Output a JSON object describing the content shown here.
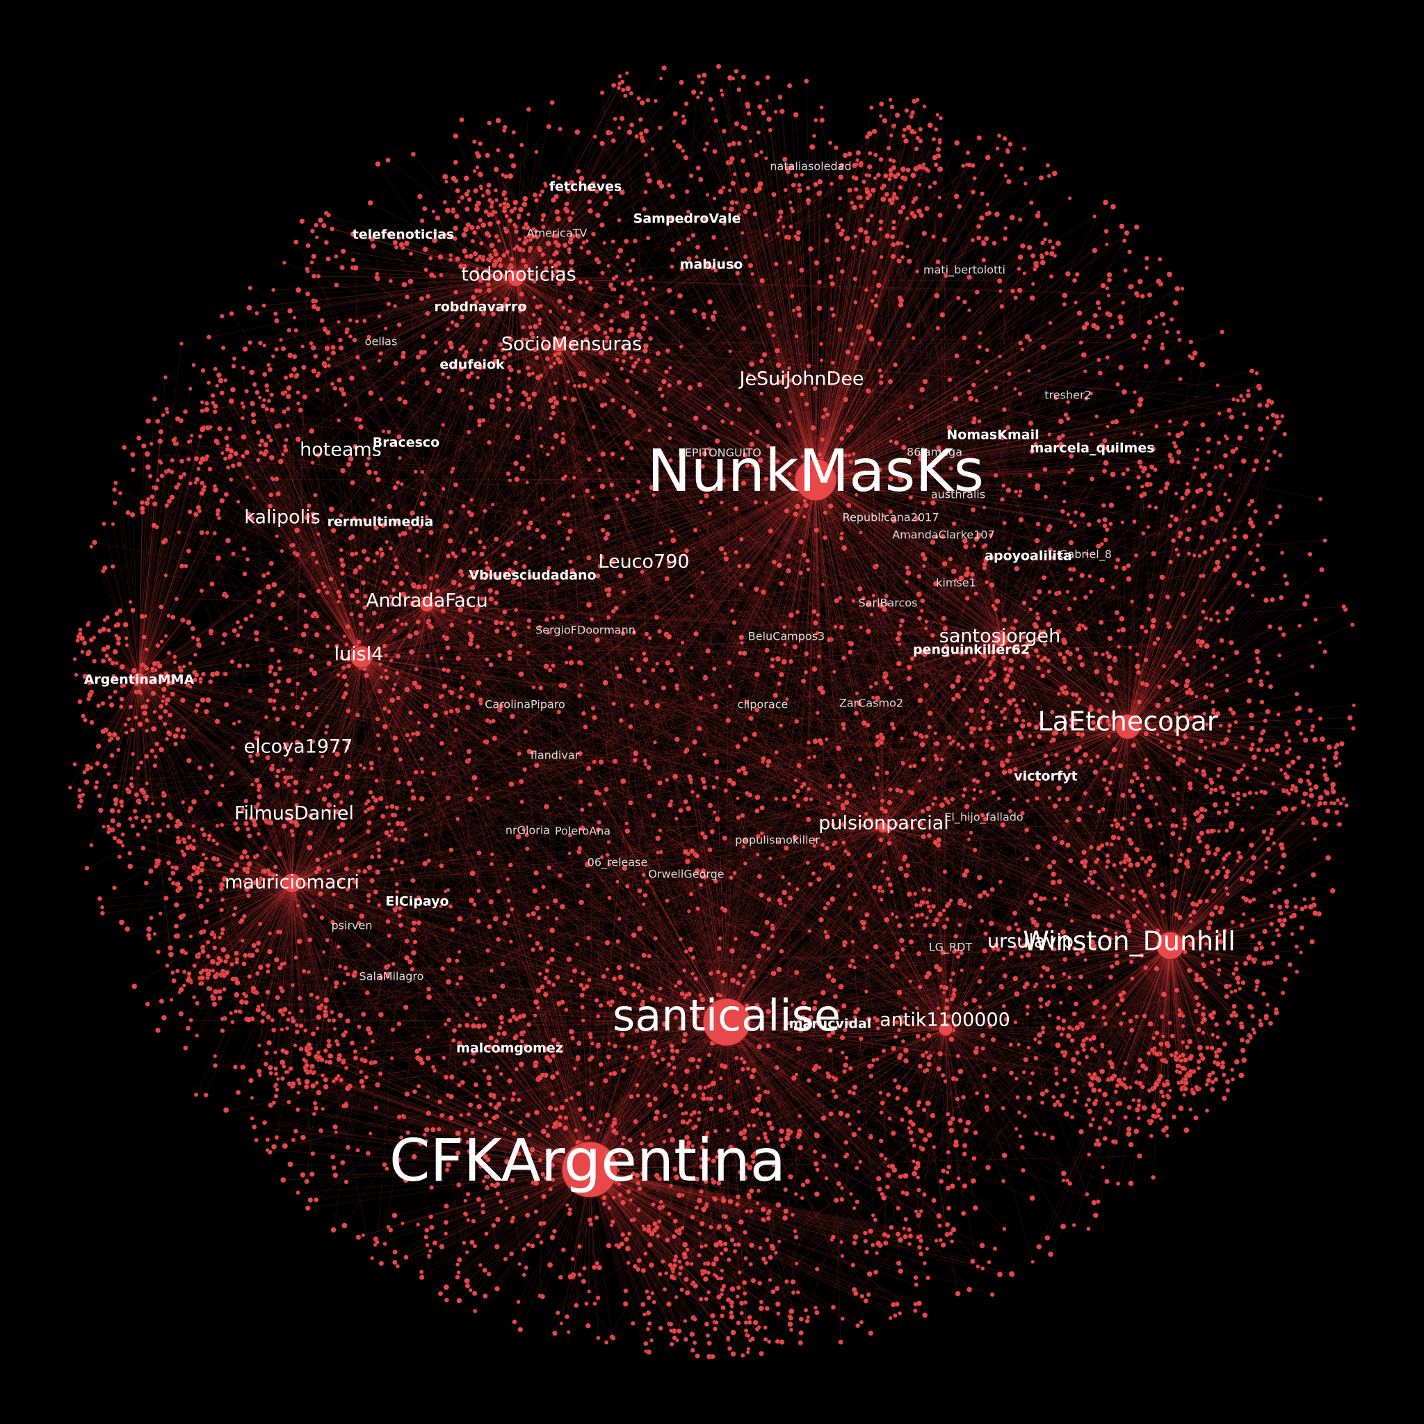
{
  "graph": {
    "background_color": "#000000",
    "node_color": "#e8484a",
    "edge_color": "#d83a3a",
    "label_color": "#ffffff",
    "labels": [
      {
        "text": "NunkMasKs"
      },
      {
        "text": "CFKArgentina"
      },
      {
        "text": "santicalise"
      },
      {
        "text": "Winston_Dunhill"
      },
      {
        "text": "LaEtchecopar"
      },
      {
        "text": "antik1100000"
      },
      {
        "text": "ursulavip"
      },
      {
        "text": "mauriciomacri"
      },
      {
        "text": "FilmusDaniel"
      },
      {
        "text": "elcoya1977"
      },
      {
        "text": "luisl4"
      },
      {
        "text": "AndradaFacu"
      },
      {
        "text": "todonoticias"
      },
      {
        "text": "SocioMensuras"
      },
      {
        "text": "santosjorgeh"
      },
      {
        "text": "pulsionparcial"
      },
      {
        "text": "Leuco790"
      },
      {
        "text": "JeSuiJohnDee"
      },
      {
        "text": "kalipolis"
      },
      {
        "text": "hoteams"
      },
      {
        "text": "fetcheves"
      },
      {
        "text": "telefenoticias"
      },
      {
        "text": "SampedroVale"
      },
      {
        "text": "robdnavarro"
      },
      {
        "text": "edufeiok"
      },
      {
        "text": "Bracesco"
      },
      {
        "text": "rermultimedia"
      },
      {
        "text": "Vbluesciudadano"
      },
      {
        "text": "ArgentinaMMA"
      },
      {
        "text": "ElCipayo"
      },
      {
        "text": "malcomgomez"
      },
      {
        "text": "marucvidal"
      },
      {
        "text": "victorfyt"
      },
      {
        "text": "NomasKmail"
      },
      {
        "text": "marcela_quilmes"
      },
      {
        "text": "apoyoalilita"
      },
      {
        "text": "penguinkiller62"
      },
      {
        "text": "mabiuso"
      },
      {
        "text": "nataliasoledad"
      },
      {
        "text": "AmericaTV"
      },
      {
        "text": "mati_bertolotti"
      },
      {
        "text": "oellas"
      },
      {
        "text": "tresher2"
      },
      {
        "text": "PEPITONGUITO"
      },
      {
        "text": "86lamega"
      },
      {
        "text": "austhralis"
      },
      {
        "text": "Republicana2017"
      },
      {
        "text": "AmandaClarke107"
      },
      {
        "text": "Gabriel_8"
      },
      {
        "text": "kimse1"
      },
      {
        "text": "SarlBarcos"
      },
      {
        "text": "BeluCampos3"
      },
      {
        "text": "SergioFDoormann"
      },
      {
        "text": "CarolinaPiparo"
      },
      {
        "text": "cliporace"
      },
      {
        "text": "ZarCasmo2"
      },
      {
        "text": "flandivar"
      },
      {
        "text": "nrGloria"
      },
      {
        "text": "PoleroAna"
      },
      {
        "text": "06_release"
      },
      {
        "text": "OrwellGeorge"
      },
      {
        "text": "populismokiller"
      },
      {
        "text": "El_hijo_fallado"
      },
      {
        "text": "psirven"
      },
      {
        "text": "SalaMilagro"
      },
      {
        "text": "LG_RDT"
      }
    ]
  }
}
